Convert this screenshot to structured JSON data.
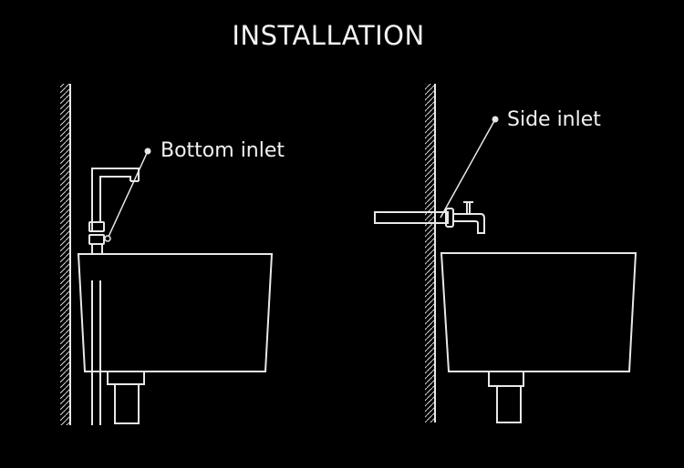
{
  "title": "INSTALLATION",
  "labels": {
    "bottom_inlet": "Bottom inlet",
    "side_inlet": "Side inlet"
  },
  "colors": {
    "background": "#000000",
    "line": "#e8e8e8",
    "text": "#f2f2f2"
  }
}
